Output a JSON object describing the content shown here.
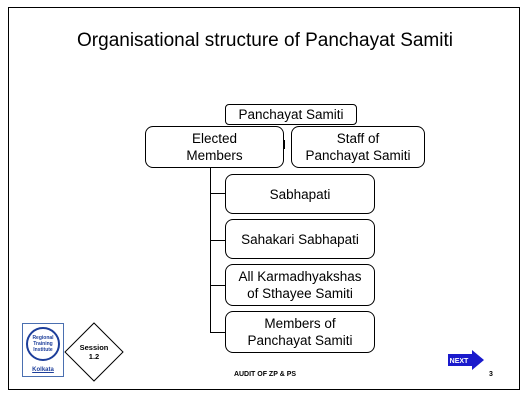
{
  "title": "Organisational structure of Panchayat Samiti",
  "root": "Panchayat Samiti",
  "level1": {
    "elected": [
      "Elected",
      "Members"
    ],
    "staff": [
      "Staff of",
      "Panchayat Samiti"
    ]
  },
  "members": [
    {
      "lines": [
        "Sabhapati"
      ]
    },
    {
      "lines": [
        "Sahakari Sabhapati"
      ]
    },
    {
      "lines": [
        "All Karmadhyakshas",
        "of Sthayee Samiti"
      ]
    },
    {
      "lines": [
        "Members of",
        "Panchayat Samiti"
      ]
    }
  ],
  "logo": {
    "lines": [
      "Regional",
      "Training",
      "Institute"
    ],
    "city": "Kolkata"
  },
  "session": [
    "Session",
    "1.2"
  ],
  "footer": "AUDIT OF ZP  &  PS",
  "next_label": "NEXT",
  "page_number": "3",
  "colors": {
    "next_arrow": "#1a1acc",
    "logo": "#1d3e9a"
  }
}
